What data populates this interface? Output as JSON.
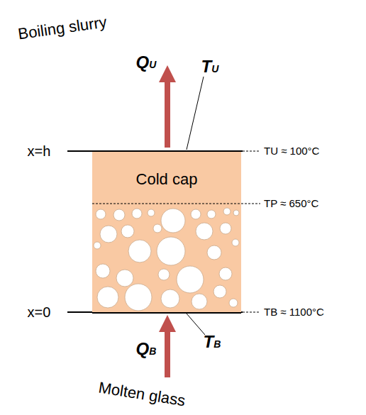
{
  "diagram": {
    "nodes": [
      {
        "text": [
          "Cold cap"
        ]
      }
    ],
    "labels": [
      "Boiling slurry",
      "QU",
      "TU",
      "x=h",
      "TU ≈ 100°C",
      "TP ≈ 650°C",
      "x=0",
      "TB ≈ 1100°C",
      "QB",
      "TB",
      "Molten glass"
    ]
  }
}
